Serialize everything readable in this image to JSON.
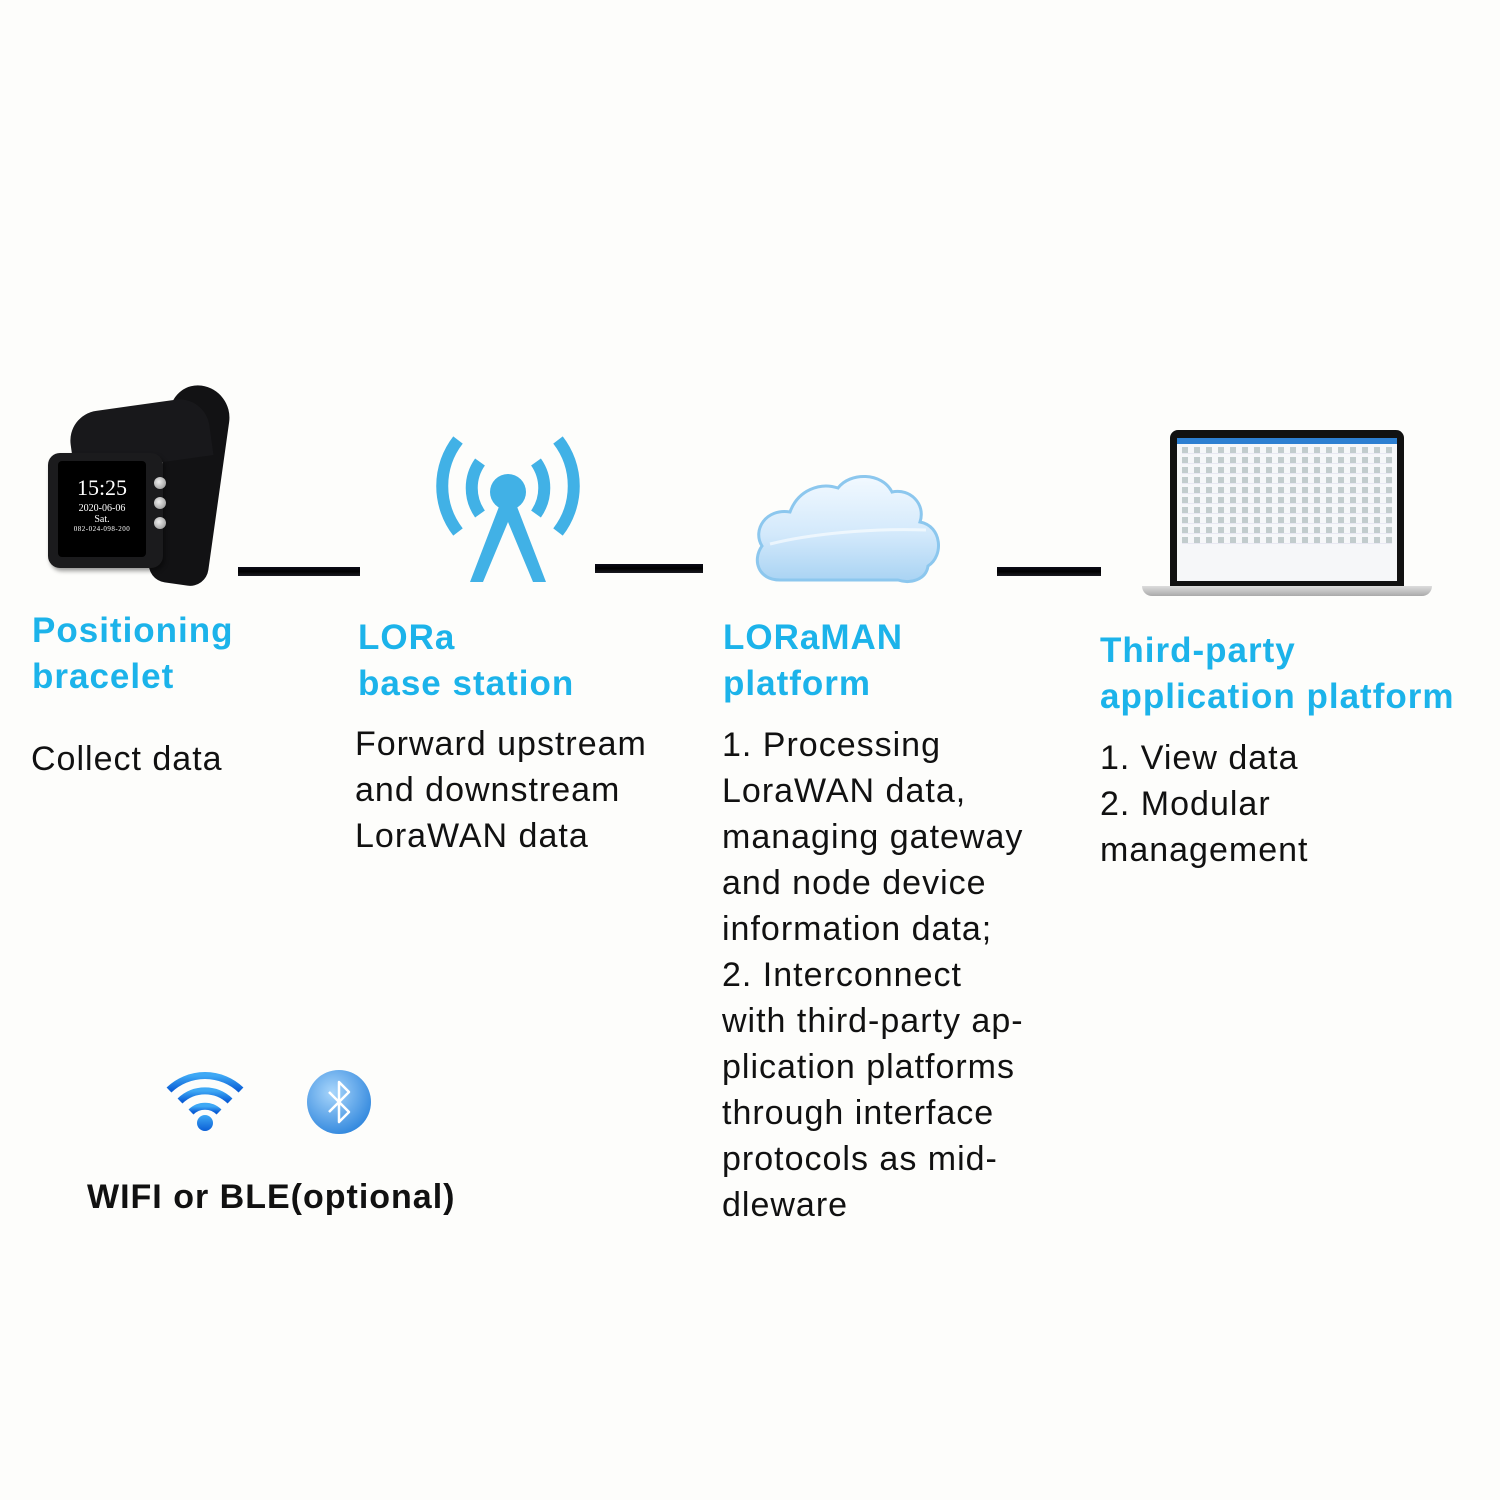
{
  "nodes": [
    {
      "id": "bracelet",
      "icon": "smartwatch-icon",
      "title_lines": [
        "Positioning",
        "bracelet"
      ],
      "desc_lines": [
        "Collect data"
      ],
      "device_screen": {
        "time": "15:25",
        "date": "2020-06-06",
        "day": "Sat.",
        "id": "082-024-098-200"
      }
    },
    {
      "id": "base-station",
      "icon": "antenna-tower-icon",
      "title_lines": [
        "LORa",
        "base station"
      ],
      "desc_lines": [
        "Forward upstream",
        "and downstream",
        "LoraWAN data"
      ]
    },
    {
      "id": "loraman",
      "icon": "cloud-icon",
      "title_lines": [
        "LORaMAN",
        "platform"
      ],
      "desc_lines": [
        "1. Processing",
        "LoraWAN data,",
        "managing gateway",
        "and node device",
        "information data;",
        "2. Interconnect",
        "with third-party ap-",
        "plication platforms",
        "through interface",
        "protocols as mid-",
        "dleware"
      ]
    },
    {
      "id": "third-party",
      "icon": "laptop-icon",
      "title_lines": [
        "Third-party",
        "application platform"
      ],
      "desc_lines": [
        "1. View data",
        "2. Modular",
        "management"
      ]
    }
  ],
  "connectivity": {
    "icons": [
      "wifi-icon",
      "bluetooth-icon"
    ],
    "label": "WIFI or BLE(optional)"
  },
  "colors": {
    "heading": "#1cb3ea",
    "icon_blue": "#41b1e6",
    "text": "#111111"
  }
}
